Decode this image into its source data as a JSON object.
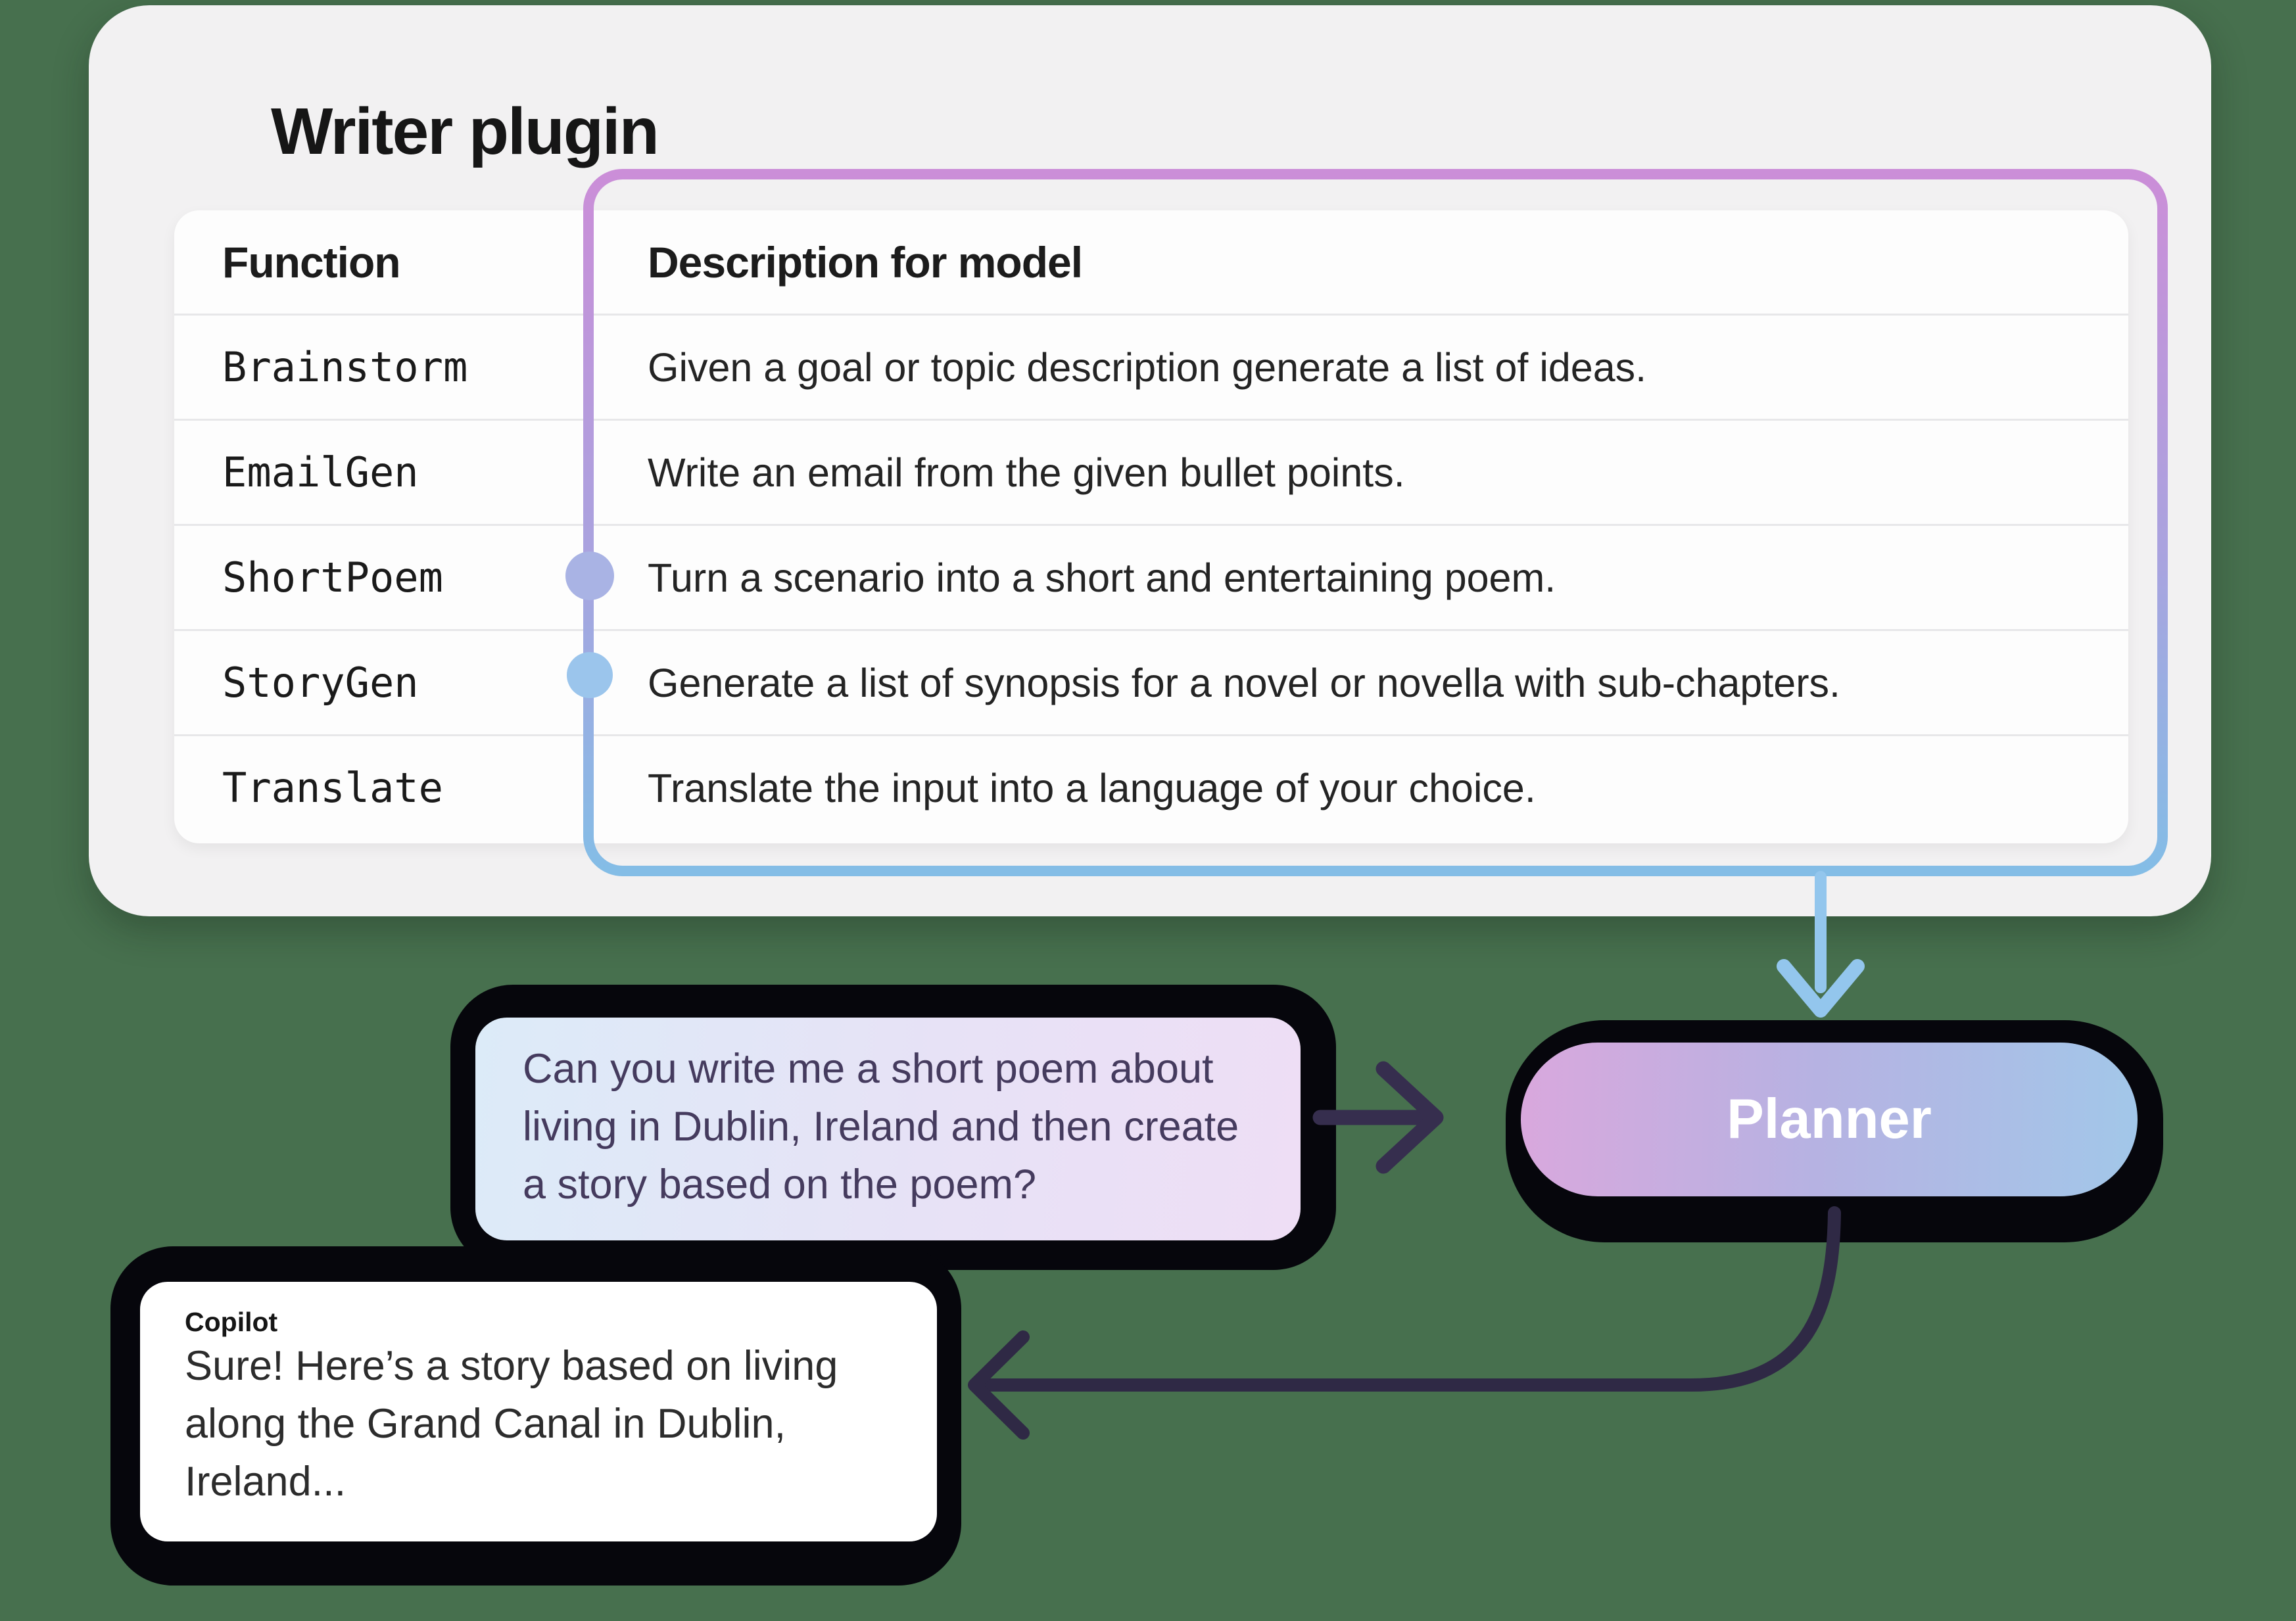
{
  "plugin_card": {
    "title": "Writer plugin",
    "table": {
      "headers": [
        "Function",
        "Description for model"
      ],
      "rows": [
        {
          "function": "Brainstorm",
          "description": "Given a goal or topic description generate a list of ideas."
        },
        {
          "function": "EmailGen",
          "description": "Write an email from the given bullet points."
        },
        {
          "function": "ShortPoem",
          "description": "Turn a scenario into a short and entertaining poem.",
          "marker": "purple-dot"
        },
        {
          "function": "StoryGen",
          "description": "Generate a list of synopsis for a novel or novella with sub-chapters.",
          "marker": "blue-dot"
        },
        {
          "function": "Translate",
          "description": "Translate the input into a language of your choice."
        }
      ]
    }
  },
  "flow": {
    "user_message": "Can you write me a short poem about living in Dublin, Ireland and then create a story based on the poem?",
    "planner_label": "Planner",
    "assistant_label": "Copilot",
    "assistant_message": "Sure! Here’s a story based on living along the Grand Canal in Dublin, Ireland..."
  },
  "colors": {
    "background": "#47704e",
    "card": "#f2f1f2",
    "table": "#fdfdfd",
    "highlight_border_top": "#cb8ed8",
    "highlight_border_bottom": "#84bde6",
    "shortpoem_dot": "#a9b3e4",
    "storygen_dot": "#9bc5ec",
    "user_bubble_from": "#dcebf8",
    "user_bubble_to": "#eedef5",
    "planner_from": "#d9a8dd",
    "planner_to": "#a2c7e9",
    "planner_text": "#ffffff",
    "dark_arrow": "#362e4e",
    "blue_arrow": "#93c6ed",
    "sticker_shadow": "#06060c"
  }
}
